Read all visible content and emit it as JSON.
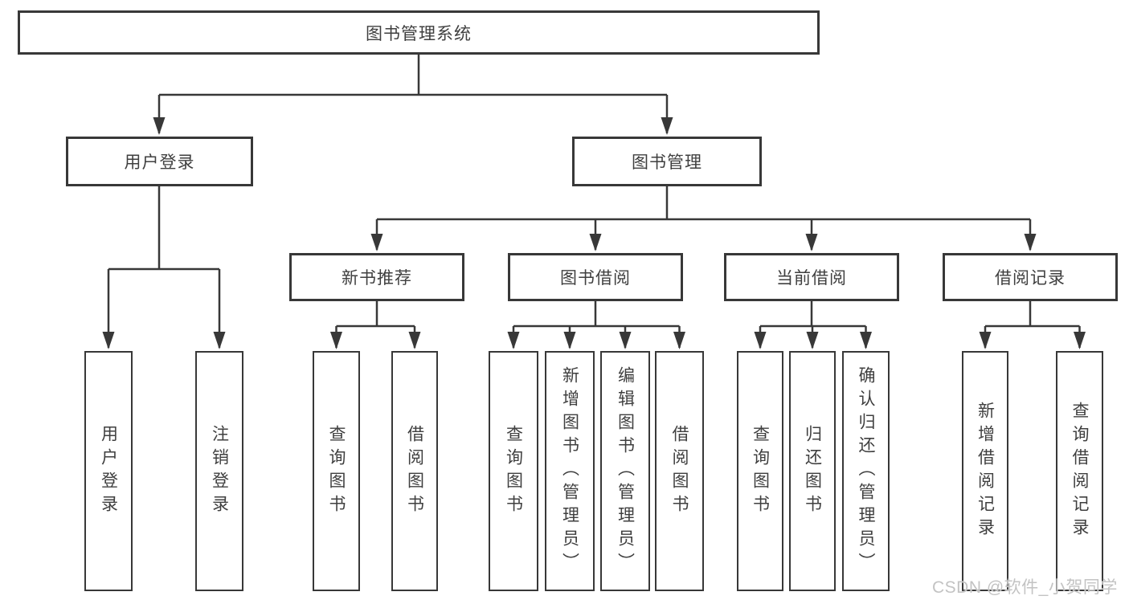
{
  "tree": {
    "label": "图书管理系统",
    "children": [
      {
        "label": "用户登录",
        "children": [
          {
            "label": "用户登录"
          },
          {
            "label": "注销登录"
          }
        ]
      },
      {
        "label": "图书管理",
        "children": [
          {
            "label": "新书推荐",
            "children": [
              {
                "label": "查询图书"
              },
              {
                "label": "借阅图书"
              }
            ]
          },
          {
            "label": "图书借阅",
            "children": [
              {
                "label": "查询图书"
              },
              {
                "label": "新增图书（管理员）"
              },
              {
                "label": "编辑图书（管理员）"
              },
              {
                "label": "借阅图书"
              }
            ]
          },
          {
            "label": "当前借阅",
            "children": [
              {
                "label": "查询图书"
              },
              {
                "label": "归还图书"
              },
              {
                "label": "确认归还（管理员）"
              }
            ]
          },
          {
            "label": "借阅记录",
            "children": [
              {
                "label": "新增借阅记录"
              },
              {
                "label": "查询借阅记录"
              }
            ]
          }
        ]
      }
    ]
  },
  "watermark": {
    "text": "CSDN @软件_小贺同学"
  },
  "colors": {
    "line": "#383838",
    "box_border": "#383838",
    "text": "#3f3f3f",
    "background": "#ffffff",
    "watermark": "#c3c3c3"
  }
}
